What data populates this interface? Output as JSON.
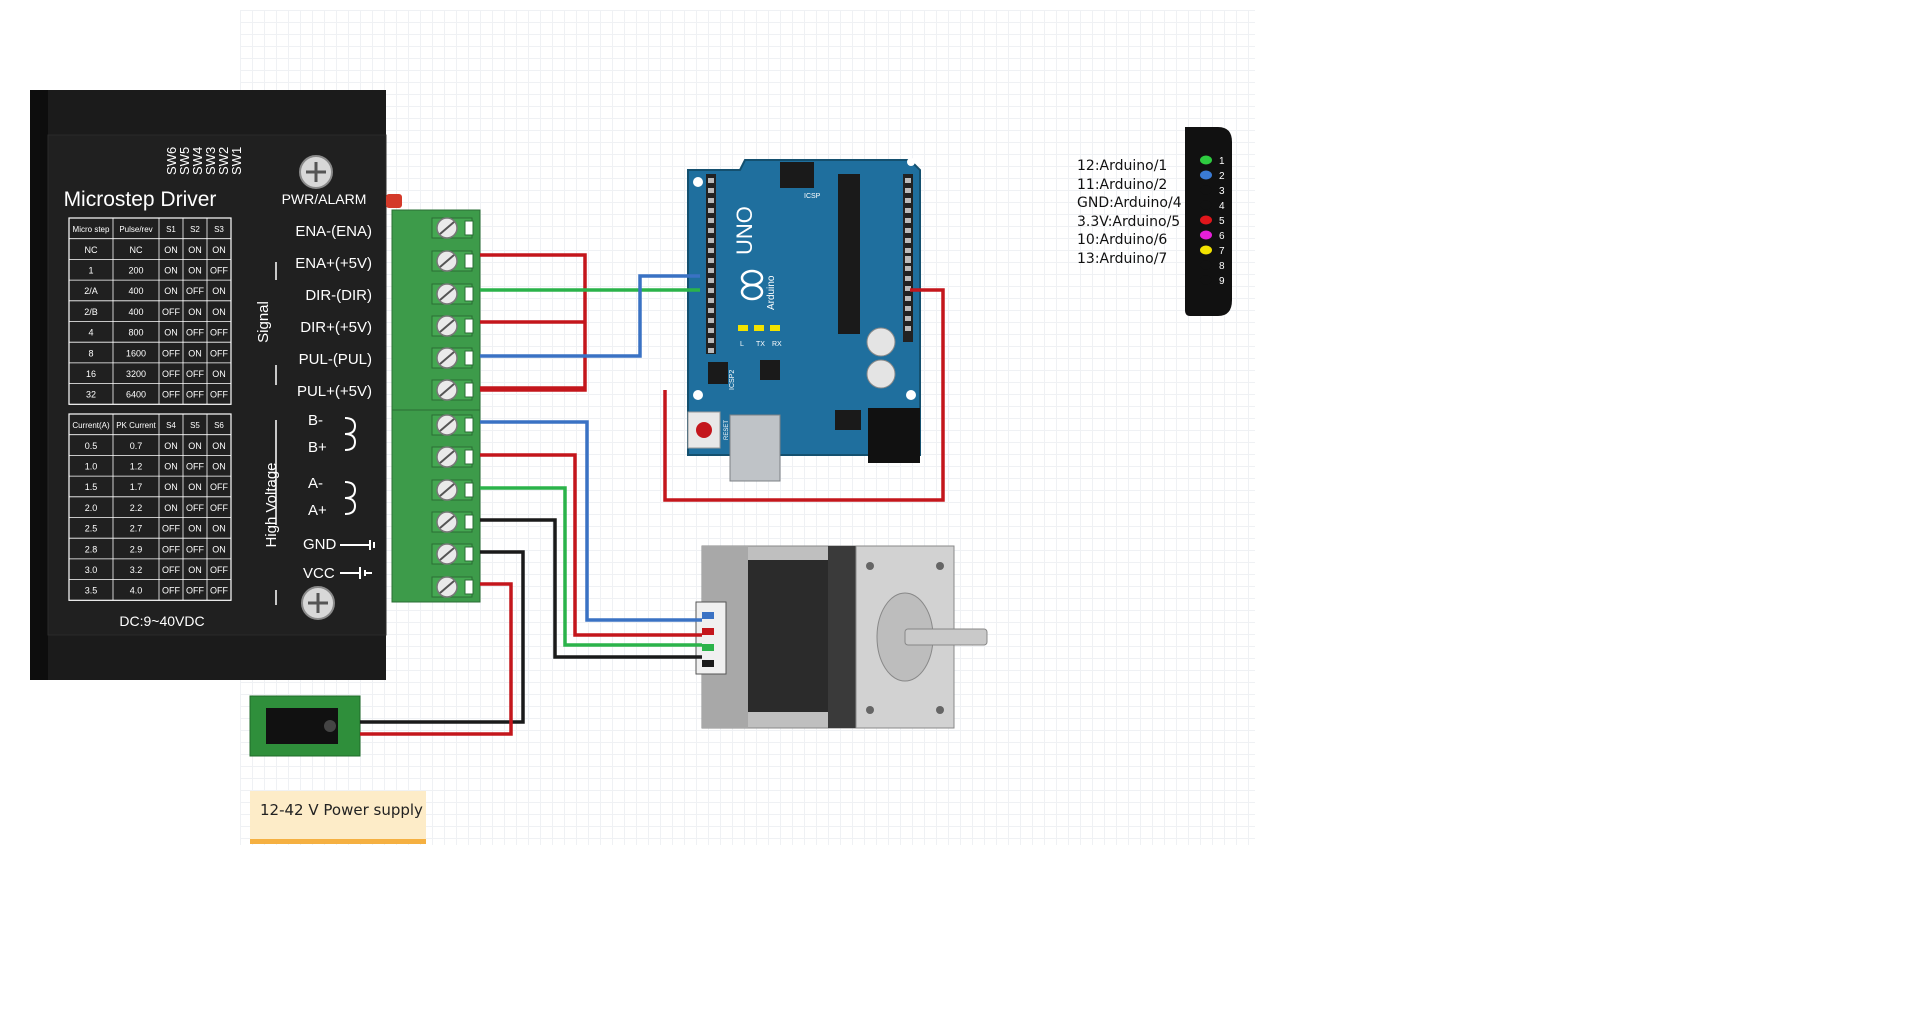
{
  "driver": {
    "title": "Microstep Driver",
    "pwr_alarm": "PWR/ALARM",
    "switches": [
      "SW6",
      "SW5",
      "SW4",
      "SW3",
      "SW2",
      "SW1"
    ],
    "signal_label": "Signal",
    "high_voltage_label": "High Voltage",
    "dc_label": "DC:9~40VDC",
    "signal_terminals": [
      "ENA-(ENA)",
      "ENA+(+5V)",
      "DIR-(DIR)",
      "DIR+(+5V)",
      "PUL-(PUL)",
      "PUL+(+5V)"
    ],
    "hv_terminals": [
      "B-",
      "B+",
      "A-",
      "A+",
      "GND",
      "VCC"
    ],
    "micro_table": {
      "headers": [
        "Micro step",
        "Pulse/rev",
        "S1",
        "S2",
        "S3"
      ],
      "rows": [
        [
          "NC",
          "NC",
          "ON",
          "ON",
          "ON"
        ],
        [
          "1",
          "200",
          "ON",
          "ON",
          "OFF"
        ],
        [
          "2/A",
          "400",
          "ON",
          "OFF",
          "ON"
        ],
        [
          "2/B",
          "400",
          "OFF",
          "ON",
          "ON"
        ],
        [
          "4",
          "800",
          "ON",
          "OFF",
          "OFF"
        ],
        [
          "8",
          "1600",
          "OFF",
          "ON",
          "OFF"
        ],
        [
          "16",
          "3200",
          "OFF",
          "OFF",
          "ON"
        ],
        [
          "32",
          "6400",
          "OFF",
          "OFF",
          "OFF"
        ]
      ]
    },
    "current_table": {
      "headers": [
        "Current(A)",
        "PK Current",
        "S4",
        "S5",
        "S6"
      ],
      "rows": [
        [
          "0.5",
          "0.7",
          "ON",
          "ON",
          "ON"
        ],
        [
          "1.0",
          "1.2",
          "ON",
          "OFF",
          "ON"
        ],
        [
          "1.5",
          "1.7",
          "ON",
          "ON",
          "OFF"
        ],
        [
          "2.0",
          "2.2",
          "ON",
          "OFF",
          "OFF"
        ],
        [
          "2.5",
          "2.7",
          "OFF",
          "ON",
          "ON"
        ],
        [
          "2.8",
          "2.9",
          "OFF",
          "OFF",
          "ON"
        ],
        [
          "3.0",
          "3.2",
          "OFF",
          "ON",
          "OFF"
        ],
        [
          "3.5",
          "4.0",
          "OFF",
          "OFF",
          "OFF"
        ]
      ]
    }
  },
  "arduino": {
    "label_uno": "UNO",
    "label_arduino": "Arduino",
    "icsp_top": "ICSP",
    "icsp_bottom": "ICSP2",
    "reset": "RESET",
    "led_labels": [
      "L",
      "TX",
      "RX"
    ]
  },
  "legend": [
    "12:Arduino/1",
    "11:Arduino/2",
    "GND:Arduino/4",
    "3.3V:Arduino/5",
    "10:Arduino/6",
    "13:Arduino/7"
  ],
  "connector": {
    "pins": [
      "1",
      "2",
      "3",
      "4",
      "5",
      "6",
      "7",
      "8",
      "9"
    ],
    "pin_colors": [
      "#2ecc40",
      "#3a7bd5",
      "#111111",
      "#111111",
      "#e0161b",
      "#e61fd9",
      "#f2e200",
      "#111111",
      "#111111"
    ]
  },
  "psu_note": "12-42 V Power supply",
  "colors": {
    "wire_red": "#c4161c",
    "wire_green": "#2bb34a",
    "wire_blue": "#3a72c4",
    "wire_black": "#1a1a1a",
    "arduino_board": "#1f6f9e",
    "terminal_green": "#3d9b4a"
  }
}
